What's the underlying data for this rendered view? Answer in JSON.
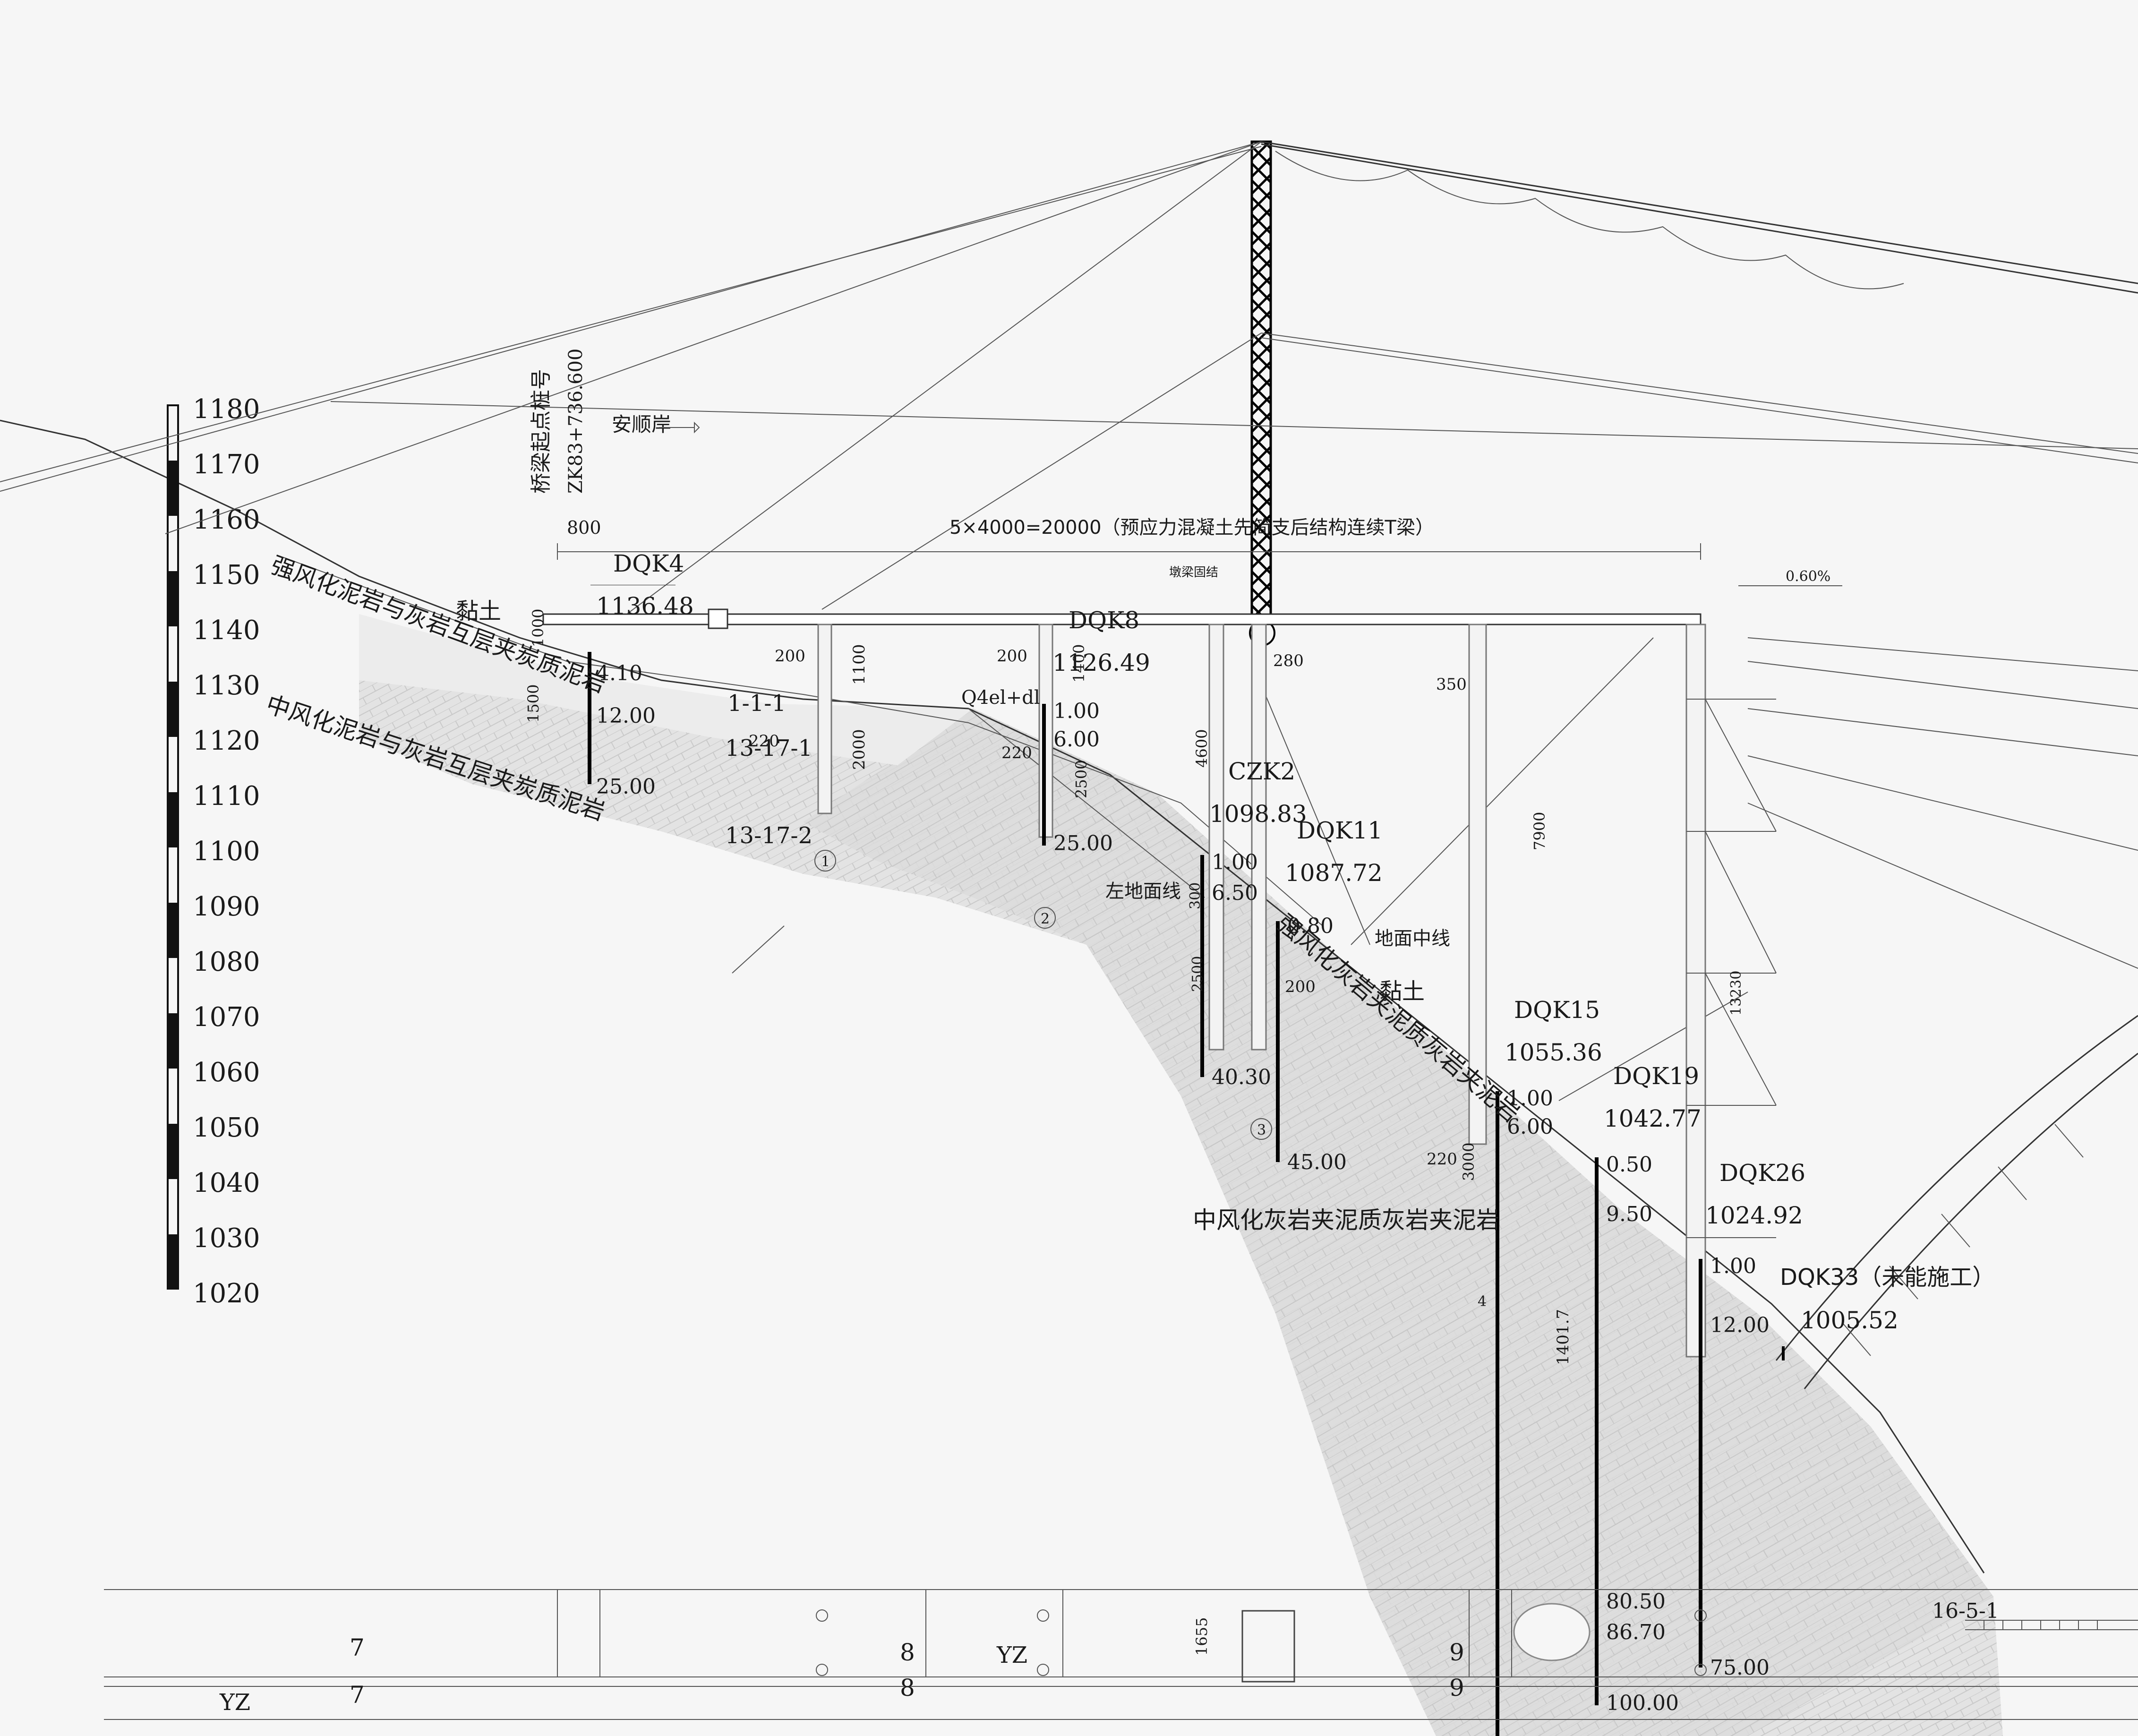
{
  "scale": {
    "labels": [
      "1180",
      "1170",
      "1160",
      "1150",
      "1140",
      "1130",
      "1120",
      "1110",
      "1100",
      "1090",
      "1080",
      "1070",
      "1060",
      "1050",
      "1040",
      "1030",
      "1020"
    ]
  },
  "annotations": {
    "station_title": "桥梁起点桩号",
    "station_value": "ZK83+736.600",
    "direction": "安顺岸",
    "span_dim": "5×4000=20000（预应力混凝土先简支后结构连续T梁）",
    "span_left": "800",
    "slope": "0.60%",
    "pier_note": "墩梁固结",
    "layer_strong": "强风化泥岩与灰岩互层夹炭质泥岩",
    "layer_mid": "中风化泥岩与灰岩互层夹炭质泥岩",
    "layer_mid_limestone": "中风化灰岩夹泥质灰岩夹泥岩",
    "layer_strong_limestone": "强风化灰岩夹泥质灰岩夹泥岩",
    "clay_left": "黏土",
    "clay_right": "黏土",
    "left_ground": "左地面线",
    "center_ground": "地面中线",
    "q4": "Q4el+dl",
    "sec_1": "1-1-1",
    "sec_2": "13-17-1",
    "sec_3": "13-17-2",
    "sec_4": "16-5-1",
    "yz_left": "YZ",
    "yz_mid": "YZ",
    "dims": {
      "d1000": "1000",
      "d1500": "1500",
      "d200a": "200",
      "d1100": "1100",
      "d2000": "2000",
      "d200b": "200",
      "d1400": "1400",
      "d220a": "220",
      "d2500": "2500",
      "d4600": "4600",
      "d280": "280",
      "d350": "350",
      "d7900": "7900",
      "d13230": "13230",
      "d3000": "3000",
      "d1401": "1401.7",
      "d220b": "220",
      "d220c": "220",
      "d1655": "1655",
      "d300": "300",
      "d200c": "200",
      "d2500b": "2500"
    },
    "piers": {
      "n7a": "7",
      "n7b": "7",
      "n8a": "8",
      "n8b": "8",
      "n9a": "9",
      "n9b": "9"
    },
    "circles": [
      "1",
      "2",
      "3",
      "4"
    ]
  },
  "boreholes": {
    "dqk4": {
      "name": "DQK4",
      "elev": "1136.48",
      "d1": "4.10",
      "d2": "12.00",
      "d3": "25.00"
    },
    "dqk8": {
      "name": "DQK8",
      "elev": "1126.49",
      "d1": "1.00",
      "d2": "6.00",
      "d3": "25.00"
    },
    "czk2": {
      "name": "CZK2",
      "elev": "1098.83",
      "d1": "1.00",
      "d2": "6.50",
      "d3": "40.30"
    },
    "dqk11": {
      "name": "DQK11",
      "elev": "1087.72",
      "d1": "0.80",
      "d3": "45.00"
    },
    "dqk15": {
      "name": "DQK15",
      "elev": "1055.36",
      "d1": "1.00",
      "d2": "6.00"
    },
    "dqk19": {
      "name": "DQK19",
      "elev": "1042.77",
      "d1": "0.50",
      "d2": "9.50",
      "d3": "80.50",
      "d4": "86.70",
      "d5": "100.00"
    },
    "dqk26": {
      "name": "DQK26",
      "elev": "1024.92",
      "d1": "1.00",
      "d2": "12.00",
      "d3": "75.00"
    },
    "dqk33": {
      "name": "DQK33（未能施工）",
      "elev": "1005.52"
    }
  }
}
